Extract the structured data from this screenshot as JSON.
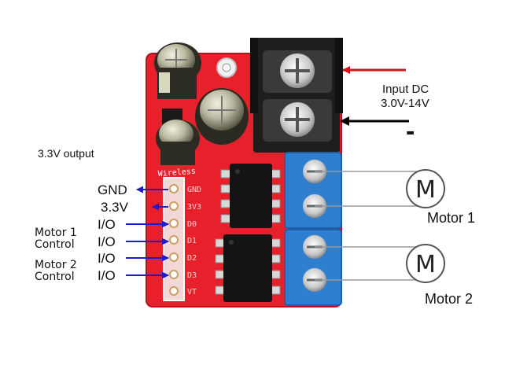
{
  "labels": {
    "input_dc_line1": "Input DC",
    "input_dc_line2": "3.0V-14V",
    "minus": "-",
    "output_33": "3.3V output",
    "gnd": "GND",
    "v33": "3.3V",
    "io1": "I/O",
    "io2": "I/O",
    "io3": "I/O",
    "io4": "I/O",
    "motor1_control_a": "Motor 1",
    "motor1_control_b": "Control",
    "motor2_control_a": "Motor 2",
    "motor2_control_b": "Control",
    "motor1": "Motor 1",
    "motor2": "Motor 2",
    "motor_symbol": "M"
  },
  "silkscreen": {
    "header": "Wireless",
    "pins": [
      "GND",
      "3V3",
      "D0",
      "D1",
      "D2",
      "D3",
      "VT"
    ]
  },
  "colors": {
    "board": "#e8202c",
    "terminal_blue": "#2f7fd0",
    "arrow_red": "#e01010",
    "arrow_blue": "#1c1ccc",
    "arrow_black": "#000000"
  }
}
